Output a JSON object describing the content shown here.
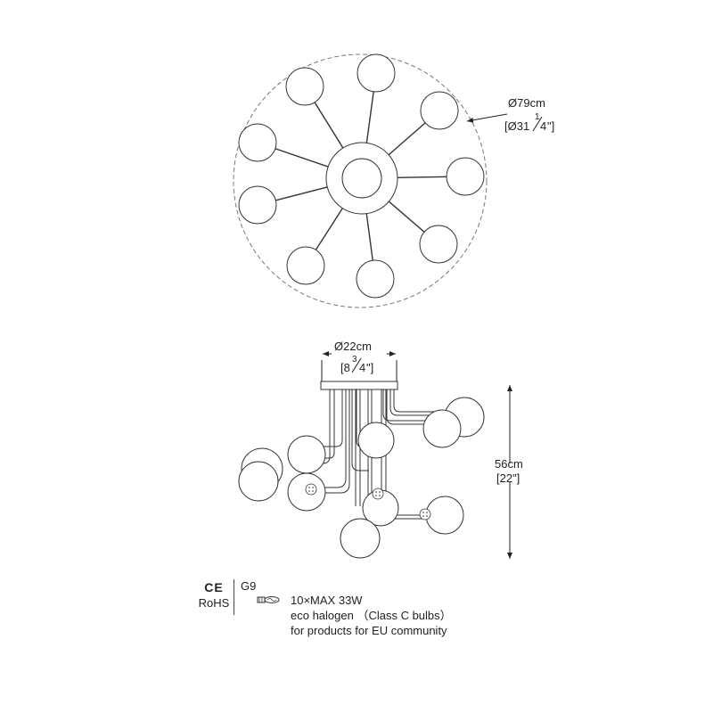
{
  "top_view": {
    "diameter_cm": "Ø79cm",
    "diameter_in_prefix": "[Ø31",
    "diameter_in_num": "1",
    "diameter_in_den": "4",
    "diameter_in_suffix": "\"]"
  },
  "side_view": {
    "canopy_cm": "Ø22cm",
    "canopy_in_prefix": "[8",
    "canopy_in_num": "3",
    "canopy_in_den": "4",
    "canopy_in_suffix": "\"]",
    "height_cm": "56cm",
    "height_in": "[22\"]"
  },
  "specs": {
    "ce_mark": "CE",
    "rohs": "RoHS",
    "socket": "G9",
    "bulb_line1": "10×MAX 33W",
    "bulb_line2": "eco halogen （Class C bulbs）",
    "bulb_line3": "for  products for EU community"
  },
  "icons": {
    "bulb": "g9-bulb-icon",
    "arrow": "dimension-arrow-icon"
  }
}
